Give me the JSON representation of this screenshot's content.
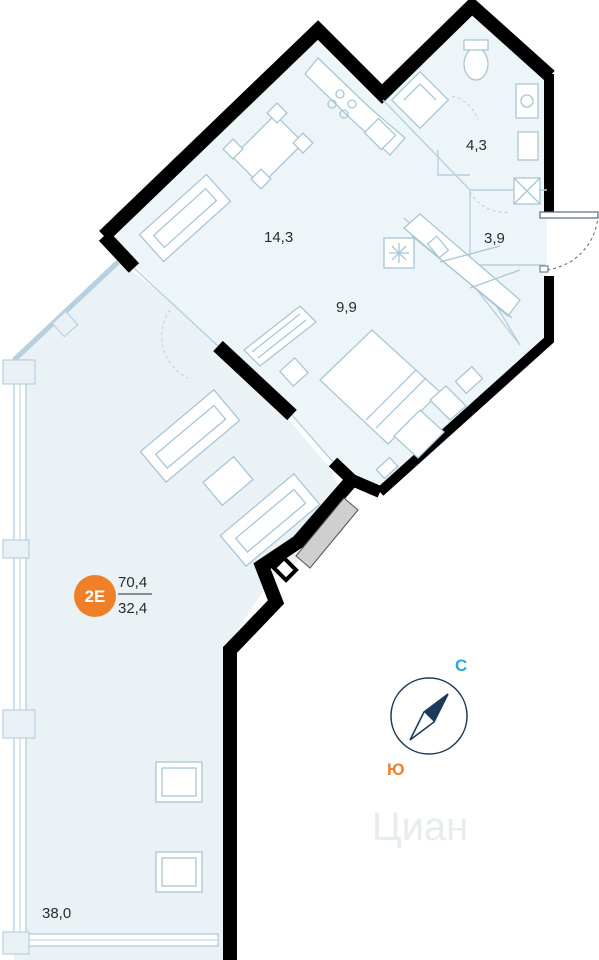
{
  "plan": {
    "rooms": [
      {
        "id": "kitchen",
        "area": "14,3"
      },
      {
        "id": "bathroom",
        "area": "4,3"
      },
      {
        "id": "hallway",
        "area": "3,9"
      },
      {
        "id": "bedroom",
        "area": "9,9"
      },
      {
        "id": "terrace",
        "area": "38,0"
      }
    ],
    "unit": {
      "code": "2E",
      "total_area": "70,4",
      "living_area": "32,4"
    },
    "compass": {
      "north": "С",
      "south": "Ю"
    },
    "watermark": "Циан",
    "colors": {
      "wall": "#000000",
      "floor": "#eef5f8",
      "terrace": "#eaf2f6",
      "furniture": "#a9c6d6",
      "badge": "#f07f2a",
      "north": "#2aa9d6",
      "south": "#f07f2a",
      "compass_needle": "#1e3a5a"
    }
  }
}
